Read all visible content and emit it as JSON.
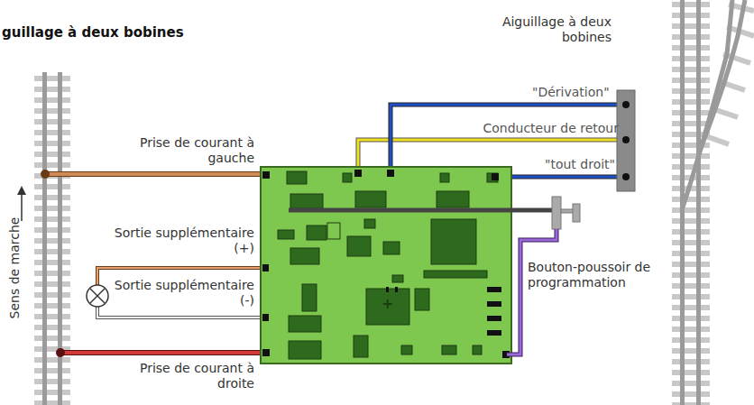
{
  "diagram": {
    "title": "guillage à deux bobines",
    "labels": [
      "Aiguillage à deux bobines",
      "\"Dérivation\"",
      "Conducteur de retour",
      "\"tout droit\"",
      "Prise de courant à gauche",
      "Sortie supplémentaire (+)",
      "Sortie supplémentaire (-)",
      "Bouton-poussoir de programmation",
      "Prise de courant à droite",
      "Sens de marche",
      "+"
    ]
  }
}
